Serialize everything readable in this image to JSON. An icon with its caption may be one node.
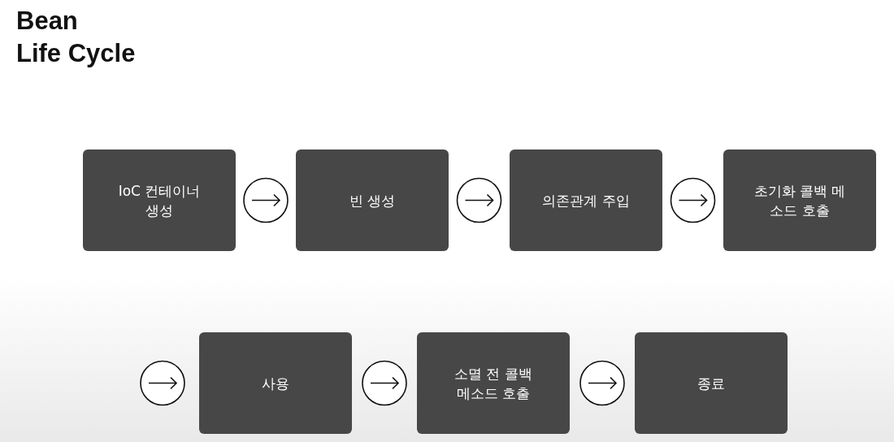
{
  "diagram": {
    "title": "Bean Life Cycle",
    "nodes": [
      {
        "text": [
          "IoC 컨테이너 생성"
        ]
      },
      {
        "text": [
          "빈 생성"
        ]
      },
      {
        "text": [
          "의존관계 주입"
        ]
      },
      {
        "text": [
          "초기화 콜백 메소드 호출"
        ]
      },
      {
        "text": [
          "사용"
        ]
      },
      {
        "text": [
          "소멸 전 콜백 메소드 호출"
        ]
      },
      {
        "text": [
          "종료"
        ]
      }
    ],
    "edges": [
      {
        "from": 0,
        "to": 1,
        "arrow": "to"
      },
      {
        "from": 1,
        "to": 2,
        "arrow": "to"
      },
      {
        "from": 2,
        "to": 3,
        "arrow": "to"
      },
      {
        "from": 3,
        "to": 4,
        "arrow": "to"
      },
      {
        "from": 4,
        "to": 5,
        "arrow": "to"
      },
      {
        "from": 5,
        "to": 6,
        "arrow": "to"
      }
    ]
  }
}
